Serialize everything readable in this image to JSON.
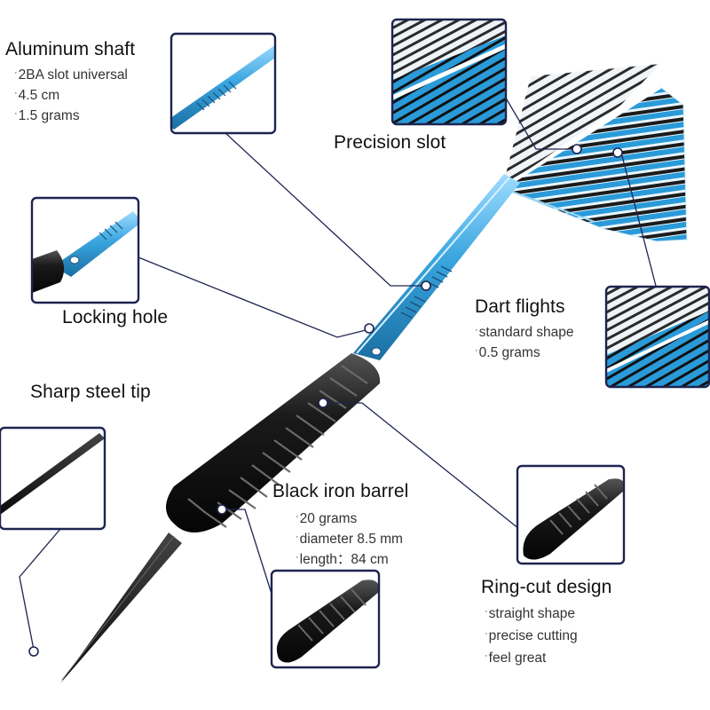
{
  "callouts": {
    "aluminum_shaft": {
      "title": "Aluminum shaft",
      "specs": [
        "2BA slot universal",
        "4.5 cm",
        "1.5 grams"
      ]
    },
    "precision_slot": {
      "title": "Precision slot"
    },
    "locking_hole": {
      "title": "Locking hole"
    },
    "dart_flights": {
      "title": "Dart flights",
      "specs": [
        "standard shape",
        "0.5 grams"
      ]
    },
    "steel_tip": {
      "title": "Sharp steel tip"
    },
    "iron_barrel": {
      "title": "Black iron barrel",
      "specs": [
        "20 grams",
        "diameter 8.5 mm",
        "length：84 cm"
      ]
    },
    "ring_cut": {
      "title": "Ring-cut design",
      "specs": [
        "straight shape",
        "precise cutting",
        "feel great"
      ]
    }
  },
  "colors": {
    "frame": "#1d2450",
    "shaft_blue": "#3aa6df",
    "flight_blue": "#2a9ad8",
    "barrel": "#141414",
    "stripe": "#1e1e1e"
  }
}
